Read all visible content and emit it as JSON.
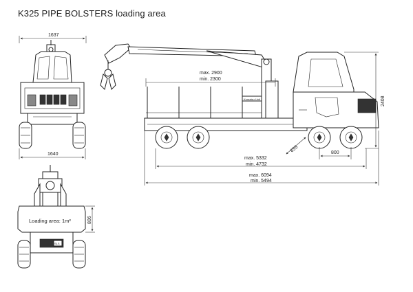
{
  "title": "K325 PIPE BOLSTERS loading area",
  "front_view": {
    "width_top": "1637",
    "width_bottom": "1640"
  },
  "rear_view": {
    "loading_area_label": "Loading area: 1m²",
    "height_bolster": "806",
    "rear_badge": "SLS"
  },
  "side_view": {
    "crane_reach_max": "max. 2900",
    "crane_reach_min": "min. 2300",
    "height_total": "2408",
    "ground_clearance": "655",
    "wheel_dim": "800",
    "wheelbase_max": "max. 5332",
    "wheelbase_min": "min. 4732",
    "length_max": "max. 6094",
    "length_min": "min. 5494",
    "decal_text": "Komatsu Unit"
  },
  "colors": {
    "line": "#222222",
    "background": "#ffffff"
  }
}
